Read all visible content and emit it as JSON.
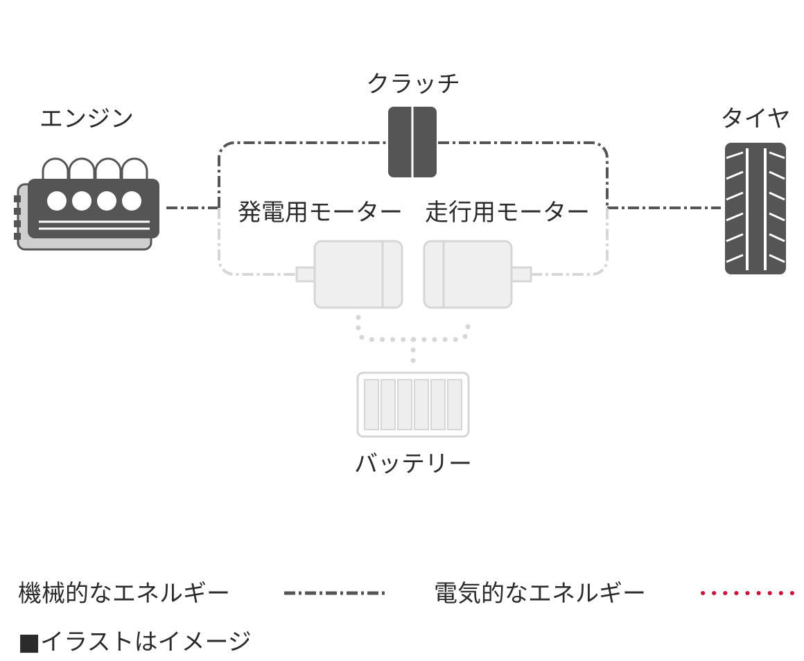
{
  "labels": {
    "engine": "エンジン",
    "clutch": "クラッチ",
    "tire": "タイヤ",
    "generator_motor": "発電用モーター",
    "drive_motor": "走行用モーター",
    "battery": "バッテリー"
  },
  "legend": {
    "mechanical": "機械的なエネルギー",
    "electrical": "電気的なエネルギー"
  },
  "note": "■イラストはイメージ",
  "colors": {
    "dark": "#555555",
    "faded": "#d6d6d6",
    "electric": "#d0103a"
  }
}
